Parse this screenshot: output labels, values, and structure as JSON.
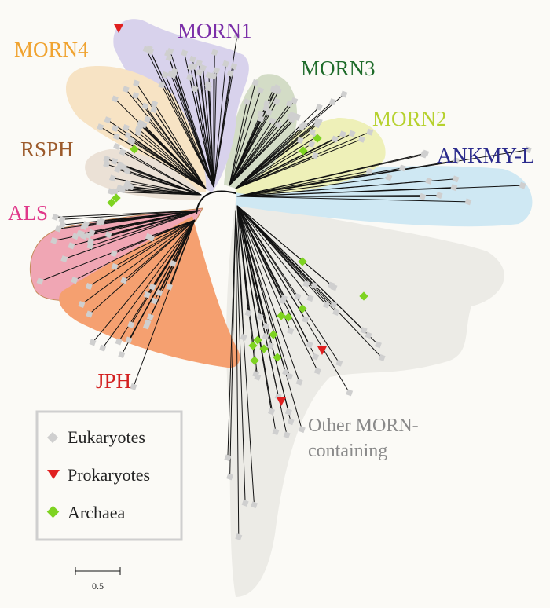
{
  "clades": [
    {
      "key": "morn1",
      "label": "MORN1",
      "color": "#7b2fa8",
      "fill": "#d8d2ec"
    },
    {
      "key": "morn4",
      "label": "MORN4",
      "color": "#f0a330",
      "fill": "#f7e3c4"
    },
    {
      "key": "morn3",
      "label": "MORN3",
      "color": "#1e6b2a",
      "fill": "#d3dcc6"
    },
    {
      "key": "morn2",
      "label": "MORN2",
      "color": "#b6d12e",
      "fill": "#eef0b8"
    },
    {
      "key": "rsph",
      "label": "RSPH",
      "color": "#9c5a2b",
      "fill": "#ebe1d6"
    },
    {
      "key": "ankmy",
      "label": "ANKMY-L",
      "color": "#2a2a8c",
      "fill": "#cfe8f3"
    },
    {
      "key": "als",
      "label": "ALS",
      "color": "#e0388a",
      "fill": "#f0a6b4"
    },
    {
      "key": "jph",
      "label": "JPH",
      "color": "#d32020",
      "fill": "#f5a070"
    },
    {
      "key": "other",
      "label": "Other MORN-\ncontaining",
      "color": "#8a8a8a",
      "fill": "#ecebe6"
    }
  ],
  "legend": {
    "items": [
      {
        "label": "Eukaryotes",
        "marker": "square",
        "color": "#cfcfcf"
      },
      {
        "label": "Prokaryotes",
        "marker": "triangle",
        "color": "#e02020"
      },
      {
        "label": "Archaea",
        "marker": "diamond",
        "color": "#7ed321"
      }
    ]
  },
  "scale_bar": {
    "label": "0.5"
  },
  "colors": {
    "branch": "#111111",
    "background": "#fbfaf6"
  }
}
